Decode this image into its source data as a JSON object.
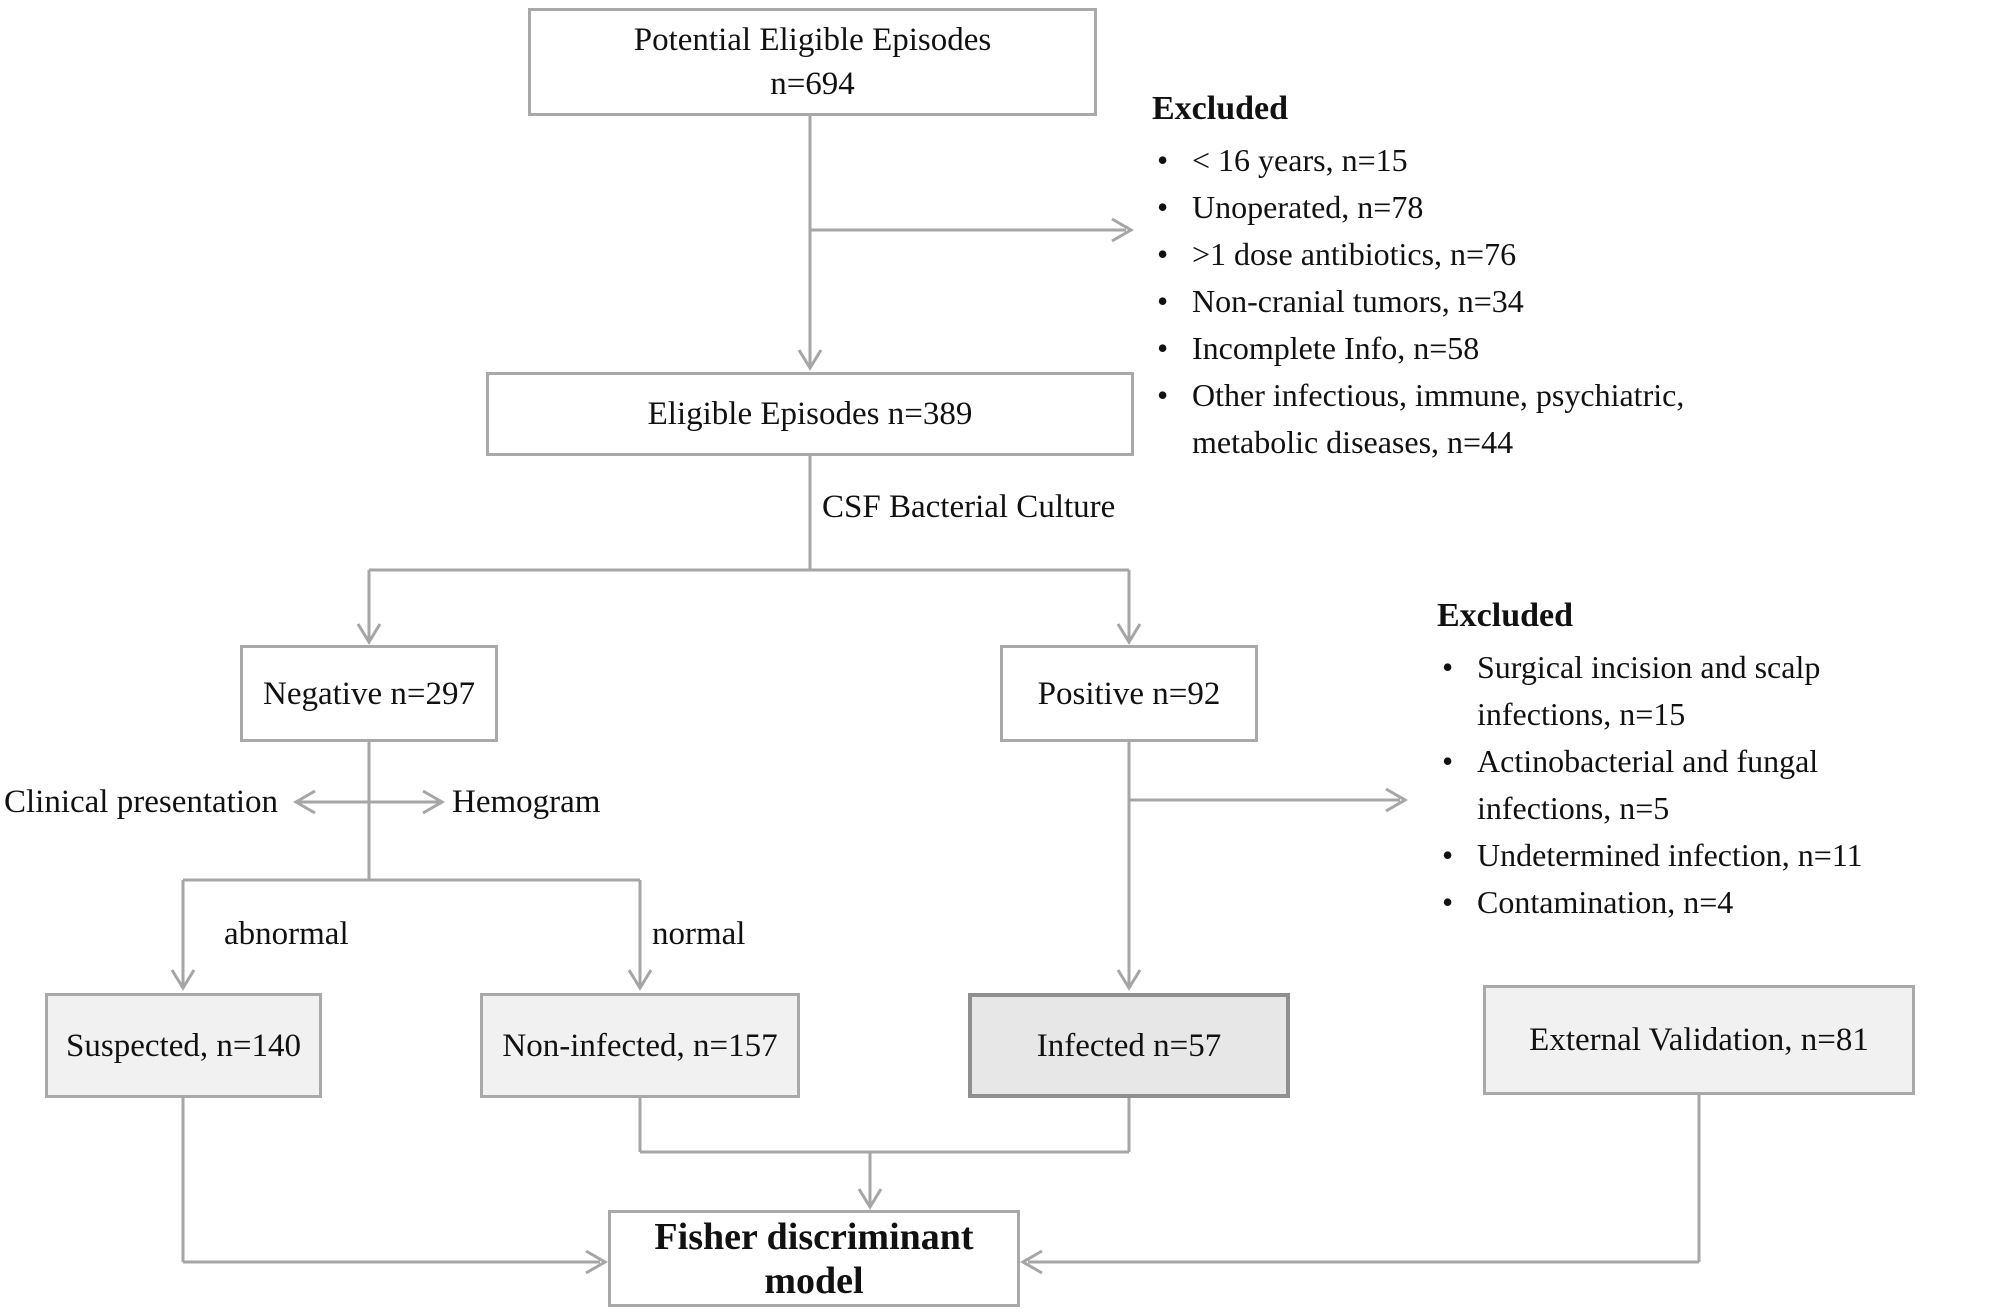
{
  "diagram": {
    "boxes": {
      "potential": {
        "line1": "Potential Eligible Episodes",
        "line2": "n=694"
      },
      "eligible": {
        "label": "Eligible Episodes n=389"
      },
      "negative": {
        "label": "Negative n=297"
      },
      "positive": {
        "label": "Positive n=92"
      },
      "suspected": {
        "label": "Suspected, n=140"
      },
      "non_infected": {
        "label": "Non-infected, n=157"
      },
      "infected": {
        "label": "Infected n=57"
      },
      "external_validation": {
        "label": "External  Validation, n=81"
      },
      "fisher": {
        "label": "Fisher discriminant model"
      }
    },
    "labels": {
      "csf": "CSF Bacterial Culture",
      "clinical_presentation": "Clinical presentation",
      "hemogram": "Hemogram",
      "abnormal": "abnormal",
      "normal": "normal"
    },
    "excluded_top": {
      "title": "Excluded",
      "bullet": "•",
      "items": [
        "< 16 years, n=15",
        "Unoperated, n=78",
        ">1 dose antibiotics, n=76",
        "Non-cranial tumors, n=34",
        "Incomplete Info, n=58",
        "Other infectious, immune, psychiatric, metabolic diseases, n=44"
      ]
    },
    "excluded_right": {
      "title": "Excluded",
      "bullet": "•",
      "items": [
        "Surgical incision and scalp infections, n=15",
        "Actinobacterial and fungal infections, n=5",
        "Undetermined infection, n=11",
        "Contamination, n=4"
      ]
    },
    "colors": {
      "line_gray": "#a6a6a6",
      "box_border_gray": "#a9a9a9",
      "shaded_fill": "#f1f1f1",
      "infected_fill": "#e7e7e7",
      "text": "#111111"
    }
  }
}
